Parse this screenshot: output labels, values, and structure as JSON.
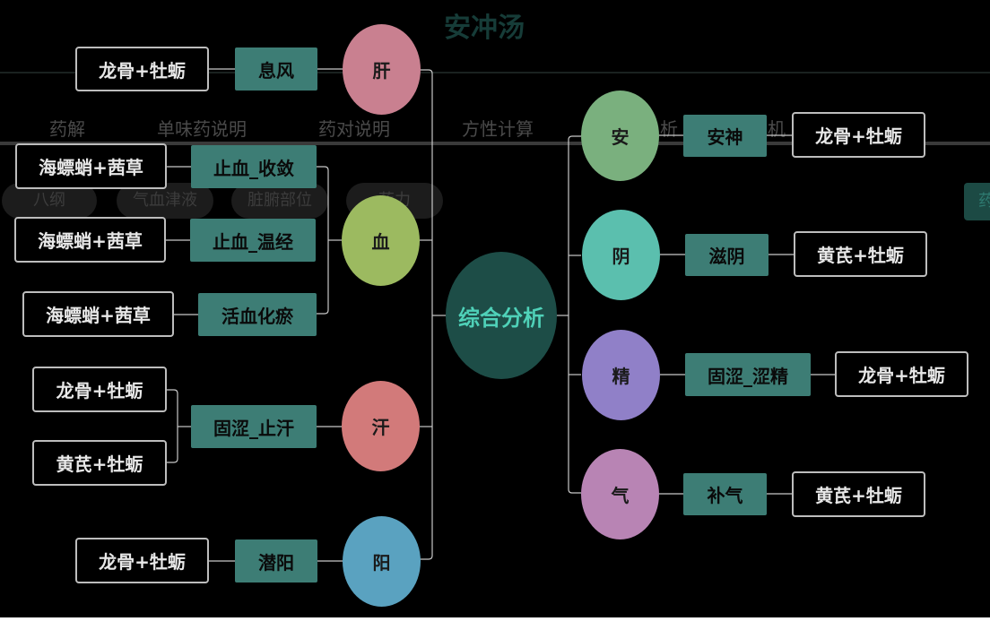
{
  "app": {
    "title": "安冲汤",
    "tabs": [
      "药解",
      "单味药说明",
      "药对说明",
      "方性计算",
      "析",
      "机"
    ],
    "pills": [
      "八纲",
      "气血津液",
      "脏腑部位",
      "药力"
    ],
    "side_chip": "药"
  },
  "mindmap": {
    "center": "综合分析",
    "left": [
      {
        "category": "肝",
        "color": "#c98090",
        "functions": [
          {
            "label": "息风",
            "herb": "龙骨+牡蛎"
          }
        ]
      },
      {
        "category": "血",
        "color": "#9cba60",
        "functions": [
          {
            "label": "止血_收敛",
            "herb": "海螵蛸+茜草"
          },
          {
            "label": "止血_温经",
            "herb": "海螵蛸+茜草"
          },
          {
            "label": "活血化瘀",
            "herb": "海螵蛸+茜草"
          }
        ]
      },
      {
        "category": "汗",
        "color": "#d27a7a",
        "functions": [
          {
            "label": "固涩_止汗",
            "herbs": [
              "龙骨+牡蛎",
              "黄芪+牡蛎"
            ]
          }
        ]
      },
      {
        "category": "阳",
        "color": "#5aa2c0",
        "functions": [
          {
            "label": "潜阳",
            "herb": "龙骨+牡蛎"
          }
        ]
      }
    ],
    "right": [
      {
        "category": "安",
        "color": "#7ab07e",
        "function": "安神",
        "herb": "龙骨+牡蛎"
      },
      {
        "category": "阴",
        "color": "#5bbfae",
        "function": "滋阴",
        "herb": "黄芪+牡蛎"
      },
      {
        "category": "精",
        "color": "#9080c8",
        "function": "固涩_涩精",
        "herb": "龙骨+牡蛎"
      },
      {
        "category": "气",
        "color": "#b884b4",
        "function": "补气",
        "herb": "黄芪+牡蛎"
      }
    ]
  }
}
